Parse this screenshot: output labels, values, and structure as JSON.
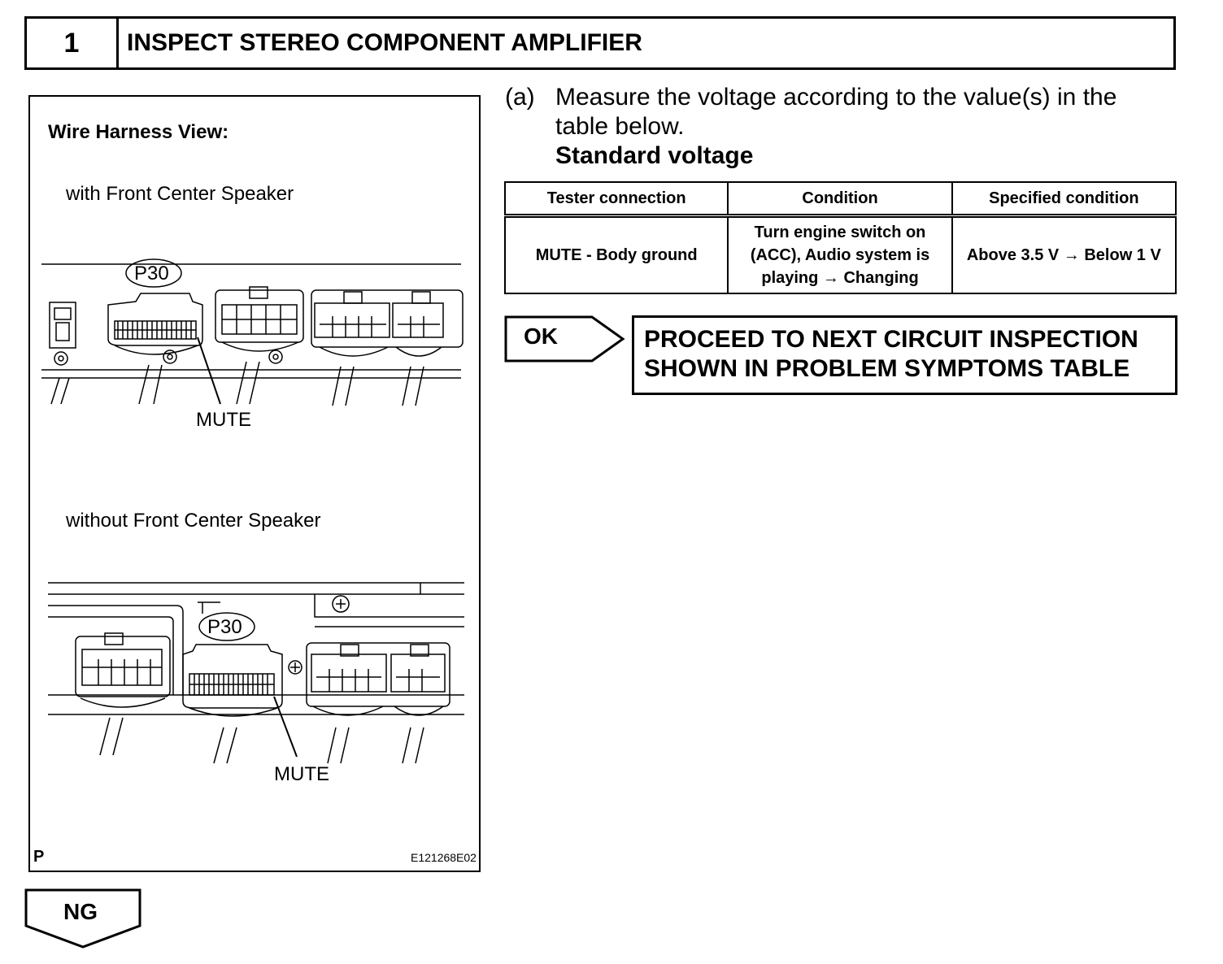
{
  "step": {
    "number": "1",
    "title": "INSPECT STEREO COMPONENT AMPLIFIER"
  },
  "figure": {
    "heading": "Wire Harness View:",
    "top_view_label": "with Front Center Speaker",
    "top_connector": "P30",
    "top_terminal": "MUTE",
    "bottom_view_label": "without Front Center Speaker",
    "bottom_connector": "P30",
    "bottom_terminal": "MUTE",
    "corner_mark": "P",
    "figure_id": "E121268E02"
  },
  "instruction": {
    "marker": "(a)",
    "text": "Measure the voltage according to the value(s) in the table below.",
    "subheading": "Standard voltage"
  },
  "table": {
    "headers": [
      "Tester connection",
      "Condition",
      "Specified condition"
    ],
    "rows": [
      [
        "MUTE - Body ground",
        "Turn engine switch on (ACC), Audio system is playing → Changing",
        "Above 3.5 V → Below 1 V"
      ]
    ]
  },
  "ok_result": {
    "label": "OK",
    "action": "PROCEED TO NEXT CIRCUIT INSPECTION SHOWN IN PROBLEM SYMPTOMS TABLE"
  },
  "ng_result": {
    "label": "NG"
  }
}
